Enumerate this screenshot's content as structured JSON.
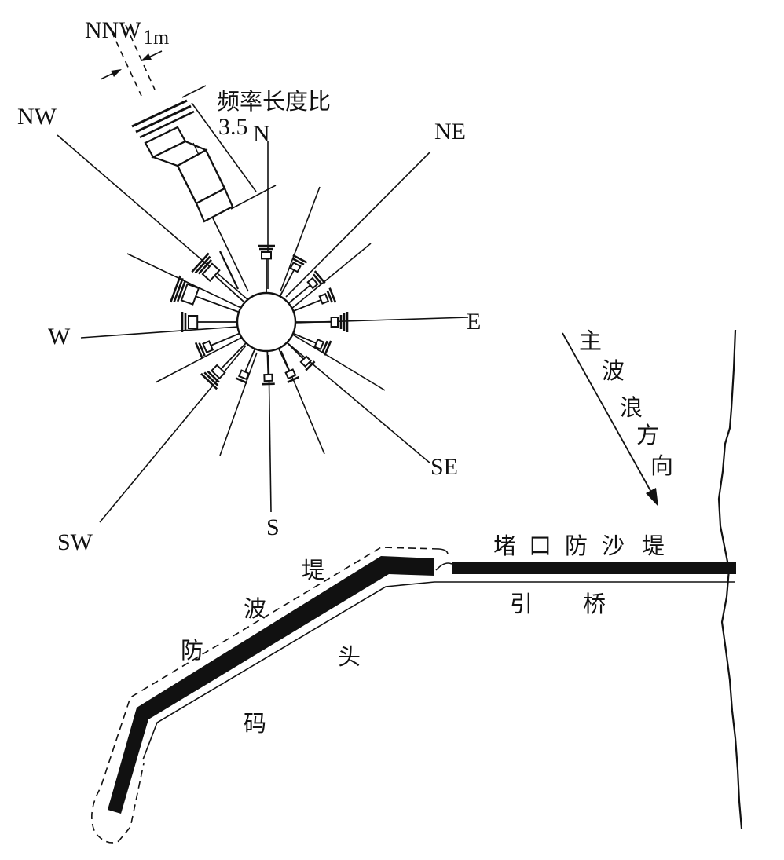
{
  "rose": {
    "scale": {
      "direction": "NNW",
      "width_label": "1m",
      "ratio_label": "频率长度比",
      "ratio_value": "3.5"
    },
    "directions": [
      {
        "label": "N"
      },
      {
        "label": "NE"
      },
      {
        "label": "E"
      },
      {
        "label": "SE"
      },
      {
        "label": "S"
      },
      {
        "label": "SW"
      },
      {
        "label": "W"
      },
      {
        "label": "NW"
      }
    ]
  },
  "wave": {
    "label_chars": [
      "主",
      "波",
      "浪",
      "方",
      "向"
    ]
  },
  "structures": {
    "sand_dike_chars": [
      "堵",
      "口",
      "防",
      "沙",
      "堤"
    ],
    "approach_bridge_chars": [
      "引",
      "桥"
    ],
    "breakwater_chars": [
      "防",
      "波",
      "堤"
    ],
    "wharf_chars": [
      "码",
      "头"
    ]
  },
  "colors": {
    "ink": "#111111",
    "background": "#ffffff"
  }
}
